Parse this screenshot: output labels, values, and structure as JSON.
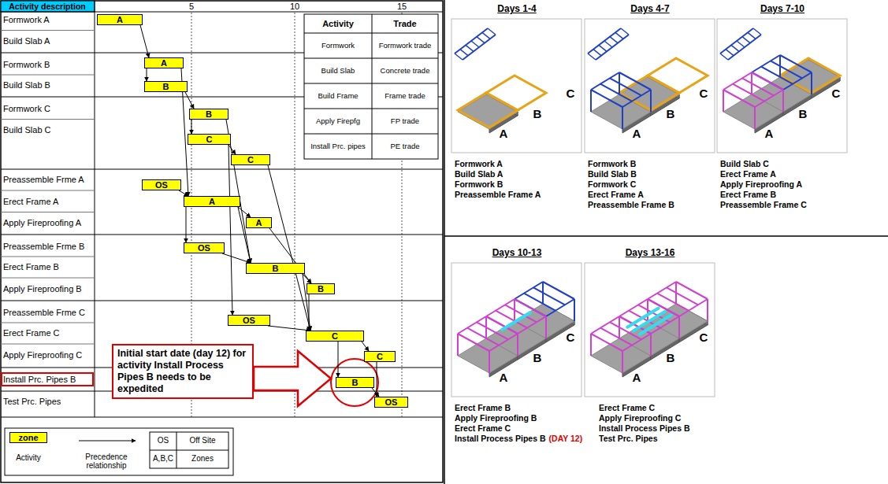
{
  "diagram": {
    "nodes": [
      {
        "text": [
          "A"
        ]
      },
      {
        "text": [
          "A"
        ]
      },
      {
        "text": [
          "B"
        ]
      },
      {
        "text": [
          "B"
        ]
      },
      {
        "text": [
          "C"
        ]
      },
      {
        "text": [
          "C"
        ]
      },
      {
        "text": [
          "OS"
        ]
      },
      {
        "text": [
          "A"
        ]
      },
      {
        "text": [
          "A"
        ]
      },
      {
        "text": [
          "OS"
        ]
      },
      {
        "text": [
          "B"
        ]
      },
      {
        "text": [
          "B"
        ]
      },
      {
        "text": [
          "OS"
        ]
      },
      {
        "text": [
          "C"
        ]
      },
      {
        "text": [
          "C"
        ]
      },
      {
        "text": [
          "B"
        ]
      },
      {
        "text": [
          "OS"
        ]
      },
      {
        "text": [
          "Initial start date (day 12) for activity Install Process Pipes B needs to be expedited"
        ]
      }
    ],
    "edges": [
      {
        "from": 0,
        "to": 1,
        "arrow": "to"
      },
      {
        "from": 1,
        "to": 2,
        "arrow": "to"
      },
      {
        "from": 2,
        "to": 3,
        "arrow": "to"
      },
      {
        "from": 3,
        "to": 4,
        "arrow": "to"
      },
      {
        "from": 4,
        "to": 5,
        "arrow": "to"
      },
      {
        "from": 1,
        "to": 7,
        "arrow": "to"
      },
      {
        "from": 6,
        "to": 7,
        "arrow": "to"
      },
      {
        "from": 7,
        "to": 8,
        "arrow": "to"
      },
      {
        "from": 7,
        "to": 9,
        "arrow": "to"
      },
      {
        "from": 3,
        "to": 10,
        "arrow": "to"
      },
      {
        "from": 7,
        "to": 10,
        "arrow": "to"
      },
      {
        "from": 9,
        "to": 10,
        "arrow": "to"
      },
      {
        "from": 4,
        "to": 12,
        "arrow": "to"
      },
      {
        "from": 5,
        "to": 13,
        "arrow": "to"
      },
      {
        "from": 10,
        "to": 11,
        "arrow": "to"
      },
      {
        "from": 10,
        "to": 13,
        "arrow": "to"
      },
      {
        "from": 12,
        "to": 13,
        "arrow": "to"
      },
      {
        "from": 8,
        "to": 11,
        "arrow": "to"
      },
      {
        "from": 11,
        "to": 13,
        "arrow": "to"
      },
      {
        "from": 13,
        "to": 15,
        "arrow": "to"
      },
      {
        "from": 13,
        "to": 14,
        "arrow": "to"
      },
      {
        "from": 15,
        "to": 16,
        "arrow": "to"
      },
      {
        "from": 14,
        "to": 16,
        "arrow": "to"
      }
    ],
    "labels": [
      "Activity description",
      "5",
      "10",
      "15",
      "Formwork A",
      "Build Slab A",
      "Formwork B",
      "Build Slab B",
      "Formwork C",
      "Build Slab C",
      "Preassemble Frme A",
      "Erect Frame A",
      "Apply Fireproofing A",
      "Preassemble Frme B",
      "Erect Frame B",
      "Apply Fireproofing B",
      "Preassemble Frme C",
      "Erect Frame C",
      "Apply Fireproofing C",
      "Install Prc. Pipes B",
      "Test Prc. Pipes",
      "Activity",
      "Trade",
      "Formwork",
      "Formwork trade",
      "Build Slab",
      "Concrete trade",
      "Build Frame",
      "Frame trade",
      "Apply Firepfg",
      "FP trade",
      "Install Prc. pipes",
      "PE trade",
      "zone",
      "OS",
      "Off Site",
      "A,B,C",
      "Zones",
      "Days 1-4",
      "Days 4-7",
      "Days 7-10",
      "Days 10-13",
      "Days 13-16",
      "A",
      "B",
      "C",
      "A",
      "B",
      "C",
      "A",
      "B",
      "C",
      "A",
      "B",
      "C",
      "A",
      "B",
      "C",
      "Formwork A",
      "Build Slab A",
      "Formwork B",
      "Preassemble Frame A",
      "Formwork B",
      "Build Slab B",
      "Formwork C",
      "Erect Frame A",
      "Preassemble Frame B",
      "Build Slab C",
      "Erect Frame A",
      "Apply Fireproofing A",
      "Erect Frame B",
      "Preassemble Frame C",
      "Erect Frame B",
      "Apply Fireproofing B",
      "Erect Frame C",
      "Install Process Pipes B",
      "(DAY 12)",
      "Erect Frame C",
      "Apply Fireproofing C",
      "Install Process Pipes B",
      "Test Prc. Pipes"
    ],
    "legend": [
      {
        "text": "Activity",
        "color": "#ffff00"
      },
      {
        "text": "Precedence relationship"
      }
    ]
  }
}
